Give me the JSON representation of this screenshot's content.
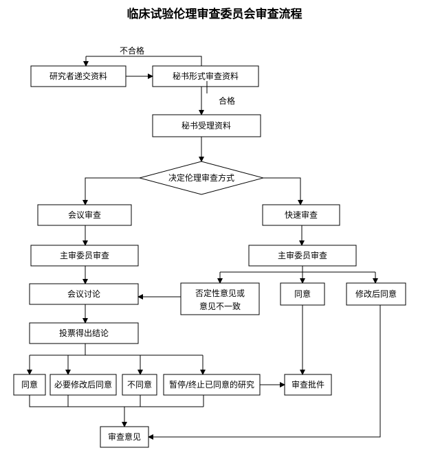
{
  "title": "临床试验伦理审查委员会审查流程",
  "nodes": {
    "submit": "研究者递交资料",
    "secretary_review": "秘书形式审查资料",
    "accept": "秘书受理资料",
    "decide_method": "决定伦理审查方式",
    "meeting_review": "会议审查",
    "fast_review": "快速审查",
    "main_reviewer_left": "主审委员审查",
    "main_reviewer_right": "主审委员审查",
    "meeting_discuss": "会议讨论",
    "negative_line1": "否定性意见或",
    "negative_line2": "意见不一致",
    "agree_right": "同意",
    "agree_after_modify_right": "修改后同意",
    "vote": "投票得出结论",
    "agree": "同意",
    "modify_then_agree": "必要修改后同意",
    "disagree": "不同意",
    "suspend": "暂停/终止已同意的研究",
    "approval": "审查批件",
    "opinion": "审查意见"
  },
  "edge_labels": {
    "fail": "不合格",
    "pass": "合格"
  }
}
